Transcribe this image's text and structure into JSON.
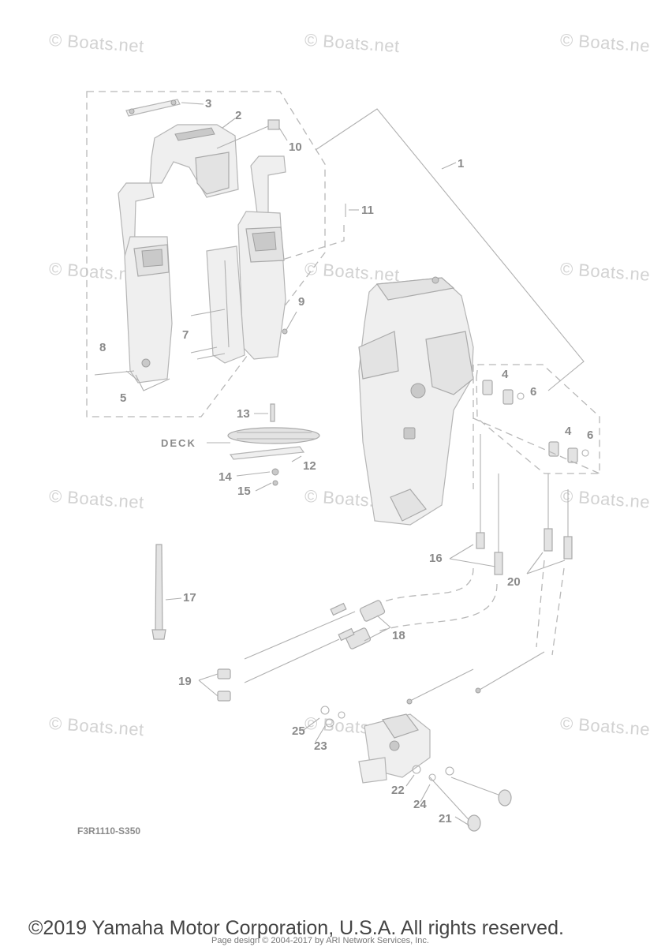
{
  "watermarks": [
    {
      "text": "© Boats.net"
    },
    {
      "text": "© Boats.net"
    },
    {
      "text": "© Boats.net"
    },
    {
      "text": "© Boats.net"
    },
    {
      "text": "© Boats.net"
    },
    {
      "text": "© Boats.net"
    },
    {
      "text": "© Boats.net"
    },
    {
      "text": "© Boats.net"
    },
    {
      "text": "© Boats.net"
    },
    {
      "text": "© Boats.net"
    },
    {
      "text": "© Boats.net"
    },
    {
      "text": "© Boats.net"
    }
  ],
  "callouts": [
    "1",
    "2",
    "3",
    "4",
    "4",
    "5",
    "6",
    "6",
    "7",
    "8",
    "9",
    "10",
    "11",
    "12",
    "13",
    "14",
    "15",
    "16",
    "17",
    "18",
    "19",
    "20",
    "21",
    "22",
    "23",
    "24",
    "25"
  ],
  "deck_label": "DECK",
  "diagram_code": "F3R1110-S350",
  "copyright": "©2019 Yamaha Motor Corporation, U.S.A. All rights reserved.",
  "footer": "Page design © 2004-2017 by ARI Network Services, Inc."
}
